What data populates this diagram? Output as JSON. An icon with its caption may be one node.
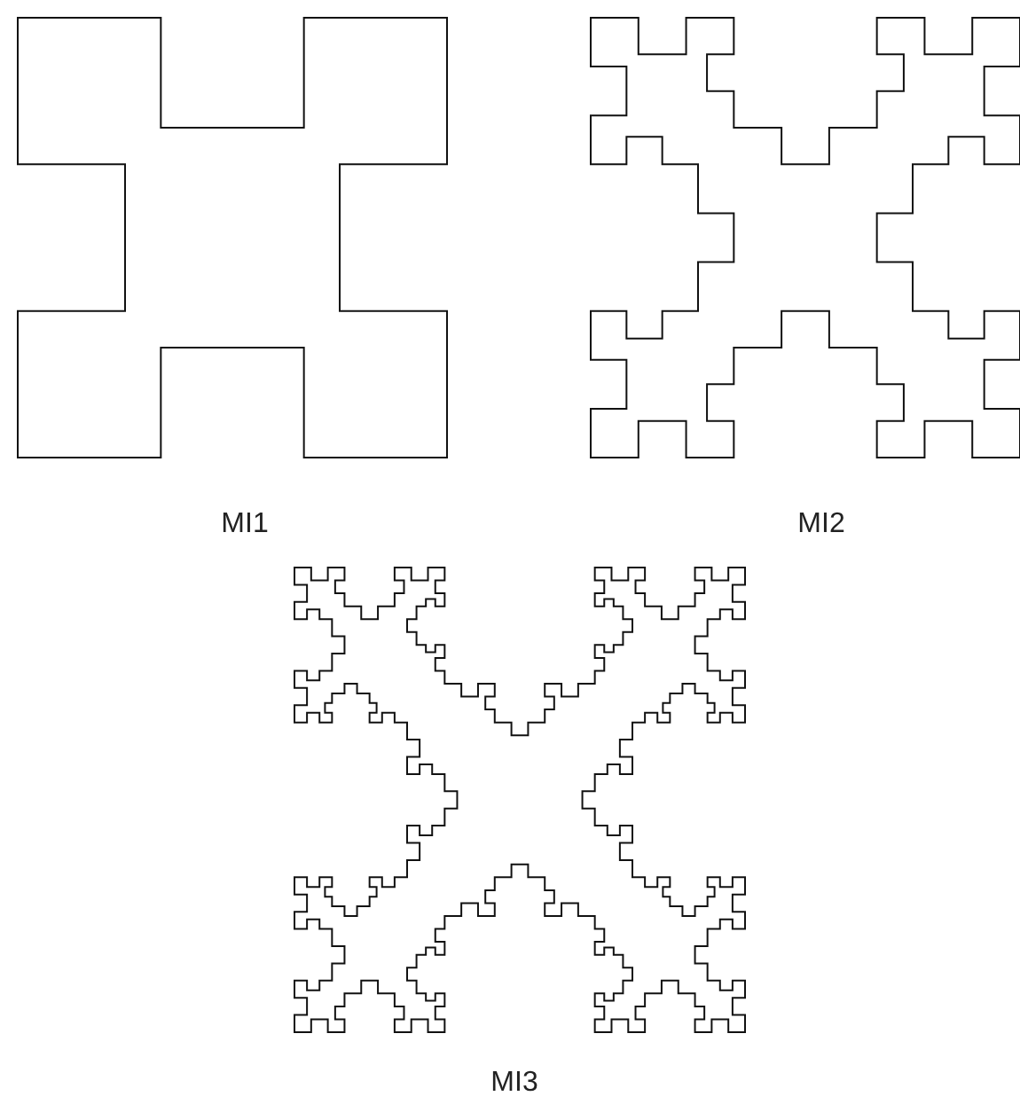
{
  "diagram": {
    "labels": [
      "MI1",
      "MI2",
      "MI3"
    ]
  }
}
